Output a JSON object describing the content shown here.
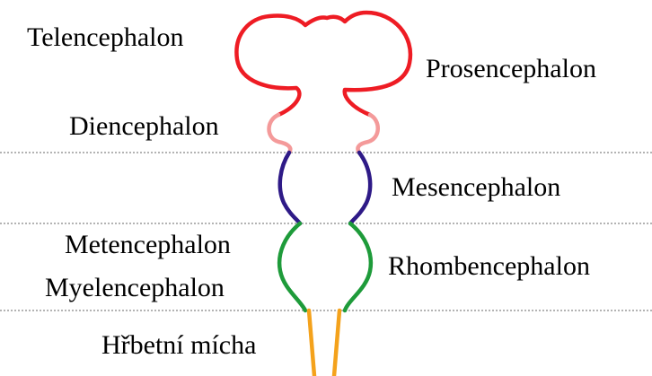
{
  "labels": {
    "telencephalon": "Telencephalon",
    "prosencephalon": "Prosencephalon",
    "diencephalon": "Diencephalon",
    "mesencephalon": "Mesencephalon",
    "metencephalon": "Metencephalon",
    "myelencephalon": "Myelencephalon",
    "rhombencephalon": "Rhombencephalon",
    "spinal_cord": "Hřbetní mícha"
  },
  "colors": {
    "telencephalon": "#ee1c24",
    "diencephalon": "#f49a9a",
    "mesencephalon": "#2e1a87",
    "rhombencephalon": "#1e9b3a",
    "spinal_cord": "#f4a21c",
    "divider": "#9a9a9a"
  }
}
